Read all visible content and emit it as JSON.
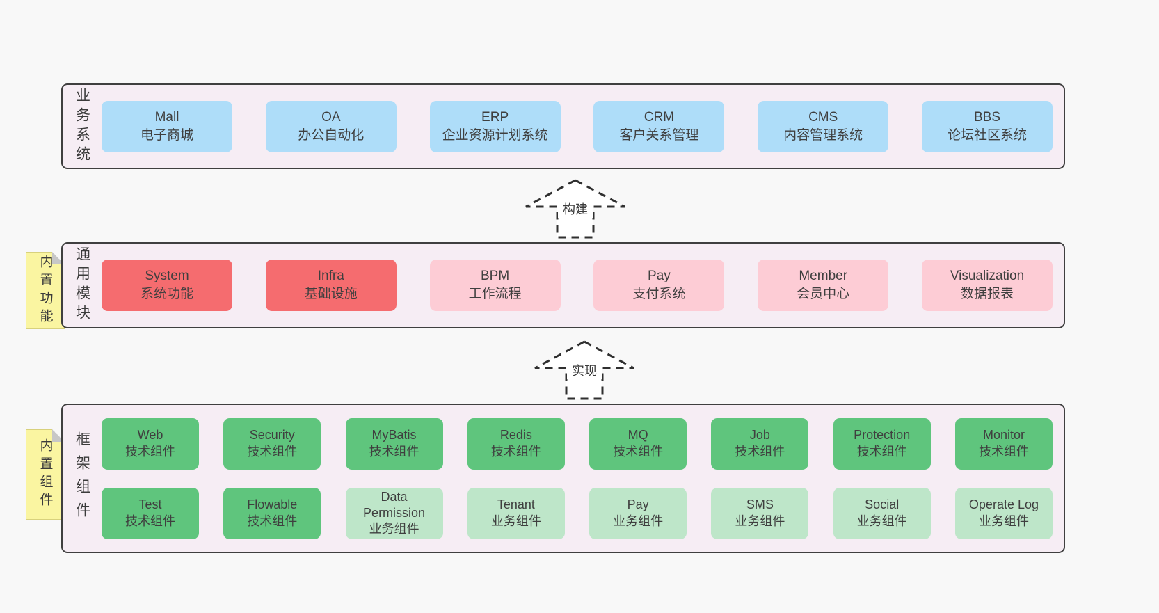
{
  "colors": {
    "page_bg": "#f8f8f8",
    "panel_bg": "#f6edf4",
    "panel_border": "#3f3f3f",
    "blue": "#aeddf9",
    "red": "#f56c6f",
    "pink": "#fdccd5",
    "green": "#5fc57d",
    "light_green": "#bee6c9",
    "sticky_yellow": "#faf5a1",
    "text": "#3f3f3f"
  },
  "arrows": [
    {
      "label": "构建"
    },
    {
      "label": "实现"
    }
  ],
  "panels": [
    {
      "label": "业务系统",
      "sticky": null,
      "rows": [
        [
          {
            "title": "Mall",
            "subtitle": "电子商城",
            "variant": "blue"
          },
          {
            "title": "OA",
            "subtitle": "办公自动化",
            "variant": "blue"
          },
          {
            "title": "ERP",
            "subtitle": "企业资源计划系统",
            "variant": "blue"
          },
          {
            "title": "CRM",
            "subtitle": "客户关系管理",
            "variant": "blue"
          },
          {
            "title": "CMS",
            "subtitle": "内容管理系统",
            "variant": "blue"
          },
          {
            "title": "BBS",
            "subtitle": "论坛社区系统",
            "variant": "blue"
          }
        ]
      ]
    },
    {
      "label": "通用模块",
      "sticky": "内置功能",
      "rows": [
        [
          {
            "title": "System",
            "subtitle": "系统功能",
            "variant": "red"
          },
          {
            "title": "Infra",
            "subtitle": "基础设施",
            "variant": "red"
          },
          {
            "title": "BPM",
            "subtitle": "工作流程",
            "variant": "pink"
          },
          {
            "title": "Pay",
            "subtitle": "支付系统",
            "variant": "pink"
          },
          {
            "title": "Member",
            "subtitle": "会员中心",
            "variant": "pink"
          },
          {
            "title": "Visualization",
            "subtitle": "数据报表",
            "variant": "pink"
          }
        ]
      ]
    },
    {
      "label": "框架组件",
      "sticky": "内置组件",
      "rows": [
        [
          {
            "title": "Web",
            "subtitle": "技术组件",
            "variant": "green"
          },
          {
            "title": "Security",
            "subtitle": "技术组件",
            "variant": "green"
          },
          {
            "title": "MyBatis",
            "subtitle": "技术组件",
            "variant": "green"
          },
          {
            "title": "Redis",
            "subtitle": "技术组件",
            "variant": "green"
          },
          {
            "title": "MQ",
            "subtitle": "技术组件",
            "variant": "green"
          },
          {
            "title": "Job",
            "subtitle": "技术组件",
            "variant": "green"
          },
          {
            "title": "Protection",
            "subtitle": "技术组件",
            "variant": "green"
          },
          {
            "title": "Monitor",
            "subtitle": "技术组件",
            "variant": "green"
          }
        ],
        [
          {
            "title": "Test",
            "subtitle": "技术组件",
            "variant": "green"
          },
          {
            "title": "Flowable",
            "subtitle": "技术组件",
            "variant": "green"
          },
          {
            "title": "Data Permission",
            "subtitle": "业务组件",
            "variant": "light_green"
          },
          {
            "title": "Tenant",
            "subtitle": "业务组件",
            "variant": "light_green"
          },
          {
            "title": "Pay",
            "subtitle": "业务组件",
            "variant": "light_green"
          },
          {
            "title": "SMS",
            "subtitle": "业务组件",
            "variant": "light_green"
          },
          {
            "title": "Social",
            "subtitle": "业务组件",
            "variant": "light_green"
          },
          {
            "title": "Operate Log",
            "subtitle": "业务组件",
            "variant": "light_green"
          }
        ]
      ]
    }
  ]
}
